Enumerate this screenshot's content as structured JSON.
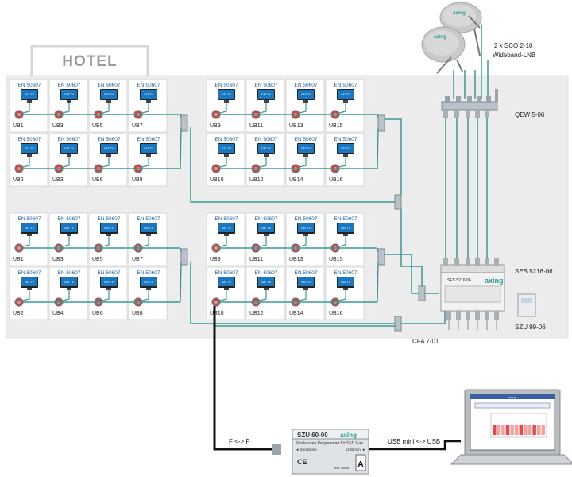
{
  "hotel_sign": "HOTEL",
  "room_standard": "EN 50607",
  "tv_label": "SAT TV",
  "blocks": [
    {
      "rooms_top": [
        "UB1",
        "UB3",
        "UB5",
        "UB7"
      ],
      "rooms_bottom": [
        "UB2",
        "UB3",
        "UB6",
        "UB8"
      ]
    },
    {
      "rooms_top": [
        "UB9",
        "UB11",
        "UB13",
        "UB15"
      ],
      "rooms_bottom": [
        "UB10",
        "UB12",
        "UB14",
        "UB16"
      ]
    },
    {
      "rooms_top": [
        "UB1",
        "UB3",
        "UB5",
        "UB7"
      ],
      "rooms_bottom": [
        "UB2",
        "UB4",
        "UB6",
        "UB8"
      ]
    },
    {
      "rooms_top": [
        "UB9",
        "UB11",
        "UB13",
        "UB15"
      ],
      "rooms_bottom": [
        "UB10",
        "UB12",
        "UB14",
        "UB16"
      ]
    }
  ],
  "components": {
    "lnb_line1": "2 x SCO 2-10",
    "lnb_line2": "Wideband-LNB",
    "dish_brand": "axing",
    "qew": "QEW 5-06",
    "ses": "SES 5216-06",
    "ses_small": "SES 5216-06",
    "szu99": "SZU 99-06",
    "cfa": "CFA 7-01",
    "szu60_title": "SZU 60-00",
    "szu60_sub": "Steckdosen Programmer für SSD 6-xx",
    "szu60_left": "◄ Steckdose",
    "szu60_right": "USB mini ►",
    "szu60_power": "max 30mA",
    "ce_mark": "CE",
    "f_label": "F <-> F",
    "usb_label": "USB mini <-> USB",
    "laptop_title": "axing"
  },
  "colors": {
    "cable": "#3a9a94",
    "black_cable": "#111111",
    "room_border": "#d8d8d8",
    "building": "#ececec",
    "tv_screen": "#1a78c2",
    "brand": "#2a9a8c"
  }
}
